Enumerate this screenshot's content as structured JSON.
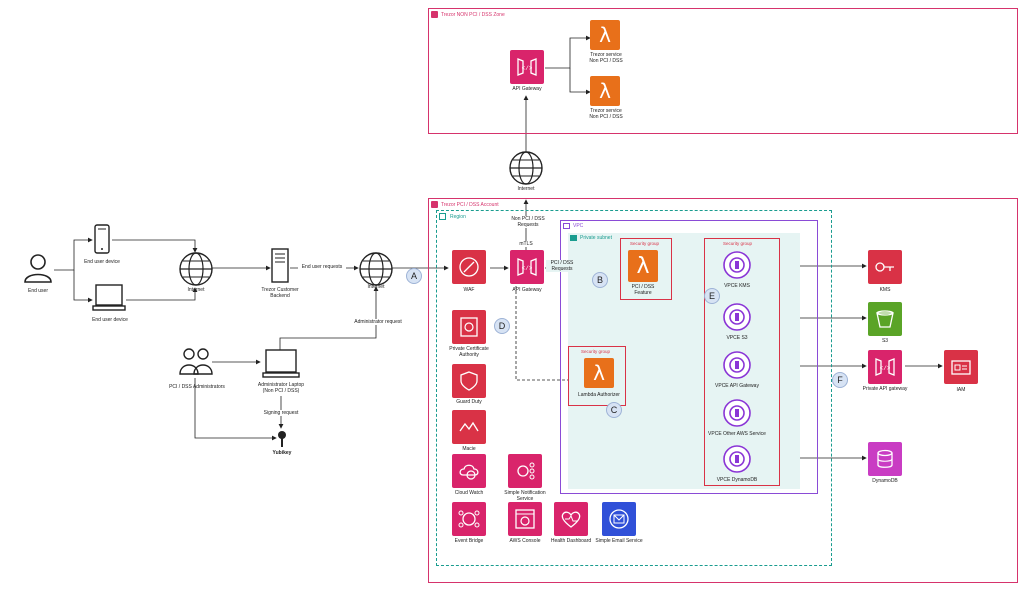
{
  "zones": {
    "nonpci": "Trezor NON PCI / DSS Zone",
    "pci": "Trezor PCI / DSS Account",
    "region": "Region",
    "vpc": "VPC",
    "subnet": "Private subnet",
    "sg": "Security group"
  },
  "nodes": {
    "end_user": "End user",
    "device_phone": "End user device",
    "device_laptop": "End user device",
    "internet_left": "Internet",
    "backend": "Trezor Customer\nBackend",
    "internet_mid": "Internet",
    "internet_top": "Internet",
    "api_gw_top": "API Gateway",
    "svc1": "Trezor service\nNon PCI / DSS",
    "svc2": "Trezor service\nNon PCI / DSS",
    "waf": "WAF",
    "api_gw": "API Gateway",
    "pci_feature": "PCI / DSS\nFeature",
    "lambda_auth": "Lambda Authorizer",
    "vpce_kms": "VPCE KMS",
    "vpce_s3": "VPCE S3",
    "vpce_apigw": "VPCE API Gateway",
    "vpce_other": "VPCE Other AWS Service",
    "vpce_ddb": "VPCE DynamoDB",
    "kms": "KMS",
    "s3": "S3",
    "private_apigw": "Private API gateway",
    "iam": "IAM",
    "dynamodb": "DynamoDB",
    "pca": "Private Certificate\nAuthority",
    "guardduty": "Guard Duty",
    "macie": "Macie",
    "cloudwatch": "Cloud Watch",
    "sns": "Simple Notification\nService",
    "eventbridge": "Event Bridge",
    "console": "AWS Console",
    "health": "Health Dashboard",
    "ses": "Simple Email Service",
    "admins": "PCI / DSS Administrators",
    "admin_laptop": "Administrator Laptop\n(Non PCI / DSS)",
    "yubikey": "Yubikey"
  },
  "edge_labels": {
    "end_user_requests": "End user requests",
    "admin_request": "Administrator request",
    "signing_request": "Signing request",
    "non_pci_requests": "Non PCI / DSS\nRequests",
    "mtls": "mTLS",
    "pci_requests": "PCI / DSS\nRequests"
  },
  "markers": [
    "A",
    "B",
    "C",
    "D",
    "E",
    "F"
  ],
  "colors": {
    "zone_border": "#d6336c",
    "region_border": "#1a9c8f",
    "vpc_border": "#8a4bd6",
    "subnet_fill": "#e6f4f3",
    "marker_fill": "#d7e3f4"
  }
}
